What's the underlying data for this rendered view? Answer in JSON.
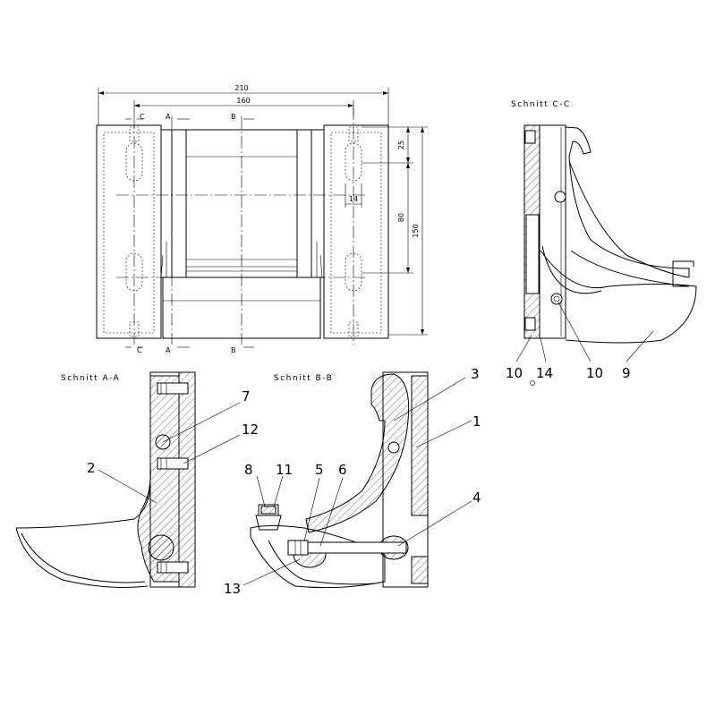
{
  "dimensions": {
    "d210": "210",
    "d160": "160",
    "d25": "25",
    "d80": "80",
    "d150": "150",
    "d14": "14"
  },
  "section_markers": {
    "c": "C",
    "a": "A",
    "b": "B"
  },
  "section_titles": {
    "cc": "Schnitt C-C",
    "aa": "Schnitt A-A",
    "bb": "Schnitt B-B"
  },
  "part_numbers": {
    "p1": "1",
    "p2": "2",
    "p3": "3",
    "p4": "4",
    "p5": "5",
    "p6": "6",
    "p7": "7",
    "p8": "8",
    "p9": "9",
    "p10a": "10",
    "p10b": "10",
    "p11": "11",
    "p12": "12",
    "p13": "13",
    "p14": "14"
  }
}
